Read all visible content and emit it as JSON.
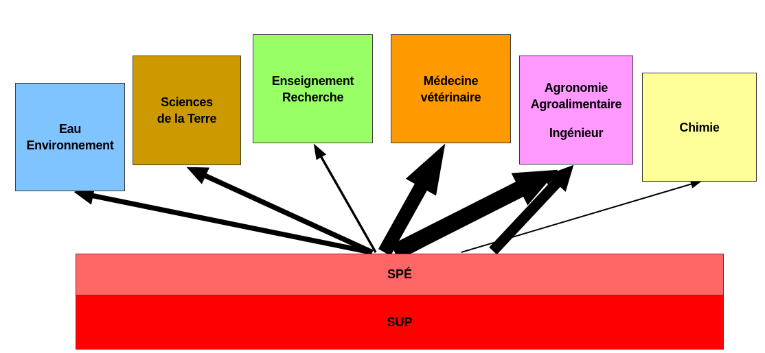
{
  "domains": [
    {
      "id": "eau",
      "lines": [
        "Eau",
        "Environnement"
      ],
      "color": "#80c4ff"
    },
    {
      "id": "terre",
      "lines": [
        "Sciences",
        "de la Terre"
      ],
      "color": "#cc9900"
    },
    {
      "id": "enseignement",
      "lines": [
        "Enseignement",
        "Recherche"
      ],
      "color": "#99ff66"
    },
    {
      "id": "medecine",
      "lines": [
        "Médecine",
        "vétérinaire"
      ],
      "color": "#ff9900"
    },
    {
      "id": "agronomie",
      "lines": [
        "Agronomie",
        "Agroalimentaire",
        "",
        "Ingénieur"
      ],
      "color": "#ff99ff"
    },
    {
      "id": "chimie",
      "lines": [
        "Chimie"
      ],
      "color": "#ffff99"
    }
  ],
  "levels": {
    "spe": {
      "label": "SPÉ",
      "color": "#ff6666"
    },
    "sup": {
      "label": "SUP",
      "color": "#ff0000"
    }
  },
  "arrow_color": "#000000"
}
